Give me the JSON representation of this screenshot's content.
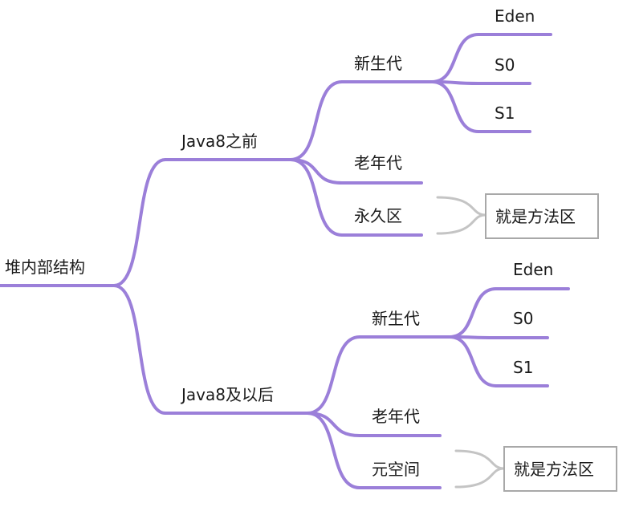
{
  "colors": {
    "branch": "#9b7fd9",
    "bracket": "#c4c4c4",
    "note_border": "#a8a8a8",
    "text": "#1a1a1a"
  },
  "root": {
    "label": "堆内部结构"
  },
  "before": {
    "label": "Java8之前",
    "young": {
      "label": "新生代",
      "eden": "Eden",
      "s0": "S0",
      "s1": "S1"
    },
    "old": {
      "label": "老年代"
    },
    "perm": {
      "label": "永久区",
      "note": "就是方法区"
    }
  },
  "after": {
    "label": "Java8及以后",
    "young": {
      "label": "新生代",
      "eden": "Eden",
      "s0": "S0",
      "s1": "S1"
    },
    "old": {
      "label": "老年代"
    },
    "meta": {
      "label": "元空间",
      "note": "就是方法区"
    }
  }
}
